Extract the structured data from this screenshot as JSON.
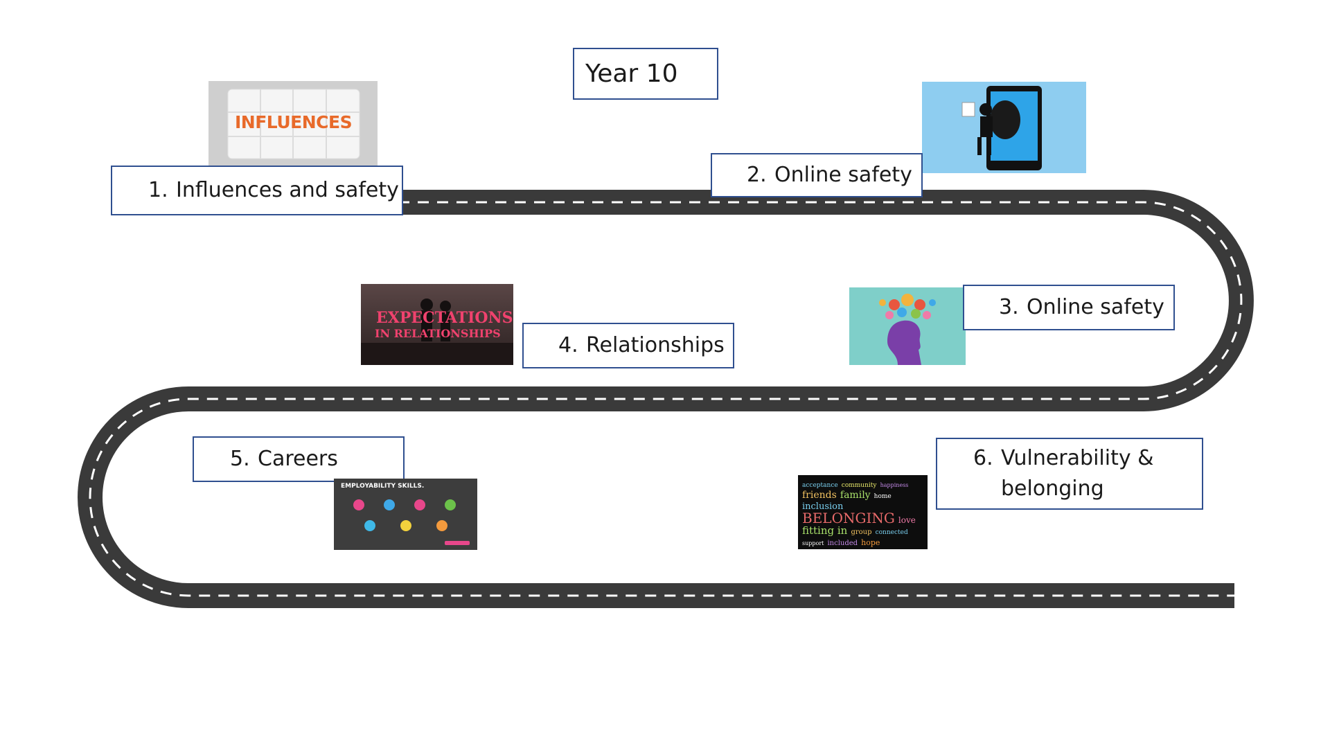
{
  "title": "Year 10",
  "stages": [
    {
      "number": "1.",
      "label": "Influences and safety",
      "image_text": "INFLUENCES"
    },
    {
      "number": "2.",
      "label": "Online safety"
    },
    {
      "number": "3.",
      "label": "Online safety"
    },
    {
      "number": "4.",
      "label": "Relationships",
      "image_text_line1": "EXPECTATIONS",
      "image_text_line2": "IN RELATIONSHIPS"
    },
    {
      "number": "5.",
      "label": "Careers",
      "image_text": "EMPLOYABILITY SKILLS."
    },
    {
      "number": "6.",
      "label_line1": "Vulnerability &",
      "label_line2": "belonging",
      "image_words": [
        "BELONGING",
        "friends",
        "family",
        "inclusion",
        "fitting in",
        "acceptance",
        "community",
        "love",
        "hope",
        "included",
        "connected",
        "group",
        "home",
        "happiness",
        "support"
      ]
    }
  ],
  "colors": {
    "road": "#3a3a3a",
    "road_line": "#ffffff",
    "box_border": "#2f4f8f"
  },
  "icons": [
    "puzzle-image",
    "phone-thief-image",
    "head-flowers-image",
    "couple-silhouette-image",
    "skills-icons-image",
    "word-cloud-image"
  ]
}
